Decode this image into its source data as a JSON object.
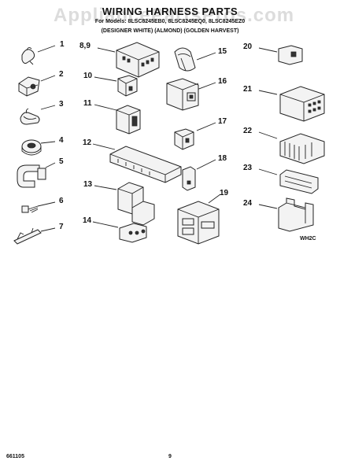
{
  "watermark": "AppliancePartsPros.com",
  "header": {
    "title": "WIRING HARNESS PARTS",
    "models": "For Models: 8LSC8245EB0, 8LSC8245EQ0, 8LSC8245EZ0",
    "colors": "(DESIGNER WHITE) (ALMOND) (GOLDEN HARVEST)"
  },
  "parts": {
    "p1": "1",
    "p2": "2",
    "p3": "3",
    "p4": "4",
    "p5": "5",
    "p6": "6",
    "p7": "7",
    "p89": "8,9",
    "p10": "10",
    "p11": "11",
    "p12": "12",
    "p13": "13",
    "p14": "14",
    "p15": "15",
    "p16": "16",
    "p17": "17",
    "p18": "18",
    "p19": "19",
    "p20": "20",
    "p21": "21",
    "p22": "22",
    "p23": "23",
    "p24": "24"
  },
  "drawing_code": "WH2C",
  "footer": {
    "doc_number": "661105",
    "page": "9"
  }
}
